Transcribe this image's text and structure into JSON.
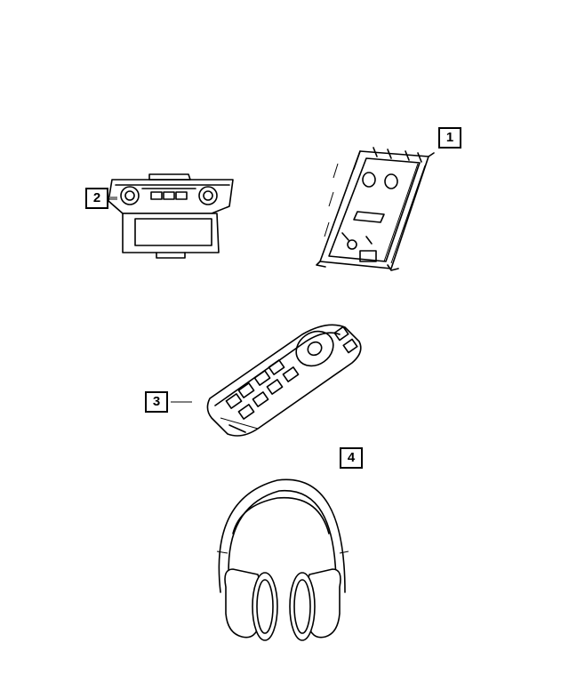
{
  "callouts": [
    {
      "label": "1",
      "part": "mounting-bracket"
    },
    {
      "label": "2",
      "part": "overhead-video-screen"
    },
    {
      "label": "3",
      "part": "remote-control"
    },
    {
      "label": "4",
      "part": "wireless-headphones"
    }
  ],
  "colors": {
    "line": "#000000",
    "background": "#ffffff"
  }
}
